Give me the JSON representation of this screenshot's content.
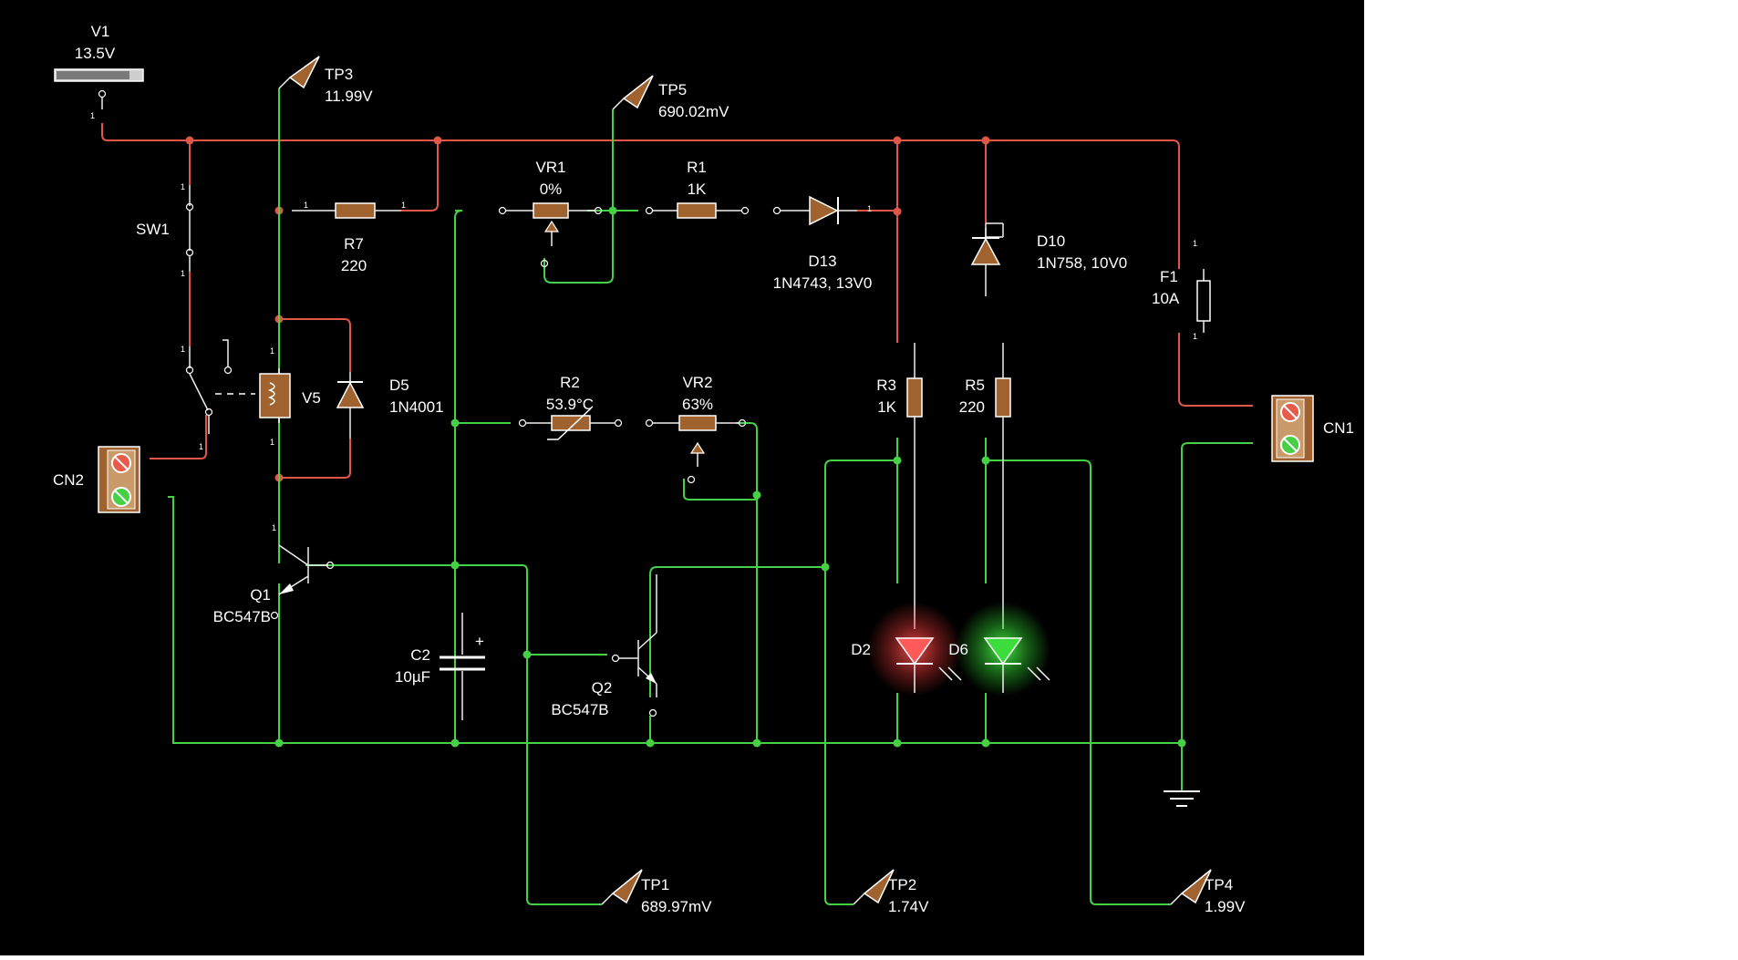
{
  "components": {
    "v1": {
      "name": "V1",
      "value": "13.5V"
    },
    "sw1": {
      "name": "SW1"
    },
    "v5": {
      "name": "V5"
    },
    "d5": {
      "name": "D5",
      "value": "1N4001"
    },
    "r7": {
      "name": "R7",
      "value": "220"
    },
    "vr1": {
      "name": "VR1",
      "value": "0%"
    },
    "r1": {
      "name": "R1",
      "value": "1K"
    },
    "d13": {
      "name": "D13",
      "value": "1N4743, 13V0"
    },
    "d10": {
      "name": "D10",
      "value": "1N758, 10V0"
    },
    "f1": {
      "name": "F1",
      "value": "10A"
    },
    "r2": {
      "name": "R2",
      "value": "53.9°C"
    },
    "vr2": {
      "name": "VR2",
      "value": "63%"
    },
    "r3": {
      "name": "R3",
      "value": "1K"
    },
    "r5": {
      "name": "R5",
      "value": "220"
    },
    "cn1": {
      "name": "CN1"
    },
    "cn2": {
      "name": "CN2"
    },
    "q1": {
      "name": "Q1",
      "value": "BC547B"
    },
    "q2": {
      "name": "Q2",
      "value": "BC547B"
    },
    "c2": {
      "name": "C2",
      "value": "10µF"
    },
    "d2": {
      "name": "D2"
    },
    "d6": {
      "name": "D6"
    }
  },
  "probes": {
    "tp1": {
      "name": "TP1",
      "value": "689.97mV"
    },
    "tp2": {
      "name": "TP2",
      "value": "1.74V"
    },
    "tp3": {
      "name": "TP3",
      "value": "11.99V"
    },
    "tp4": {
      "name": "TP4",
      "value": "1.99V"
    },
    "tp5": {
      "name": "TP5",
      "value": "690.02mV"
    }
  },
  "pin_label": "1",
  "cap_plus": "+",
  "colors": {
    "canvas": "#000000",
    "positive_wire": "#e0574a",
    "ground_wire": "#45d045",
    "component_body": "#a0622e",
    "led_red": "#ff5a5a",
    "led_green": "#3ddc3d"
  }
}
